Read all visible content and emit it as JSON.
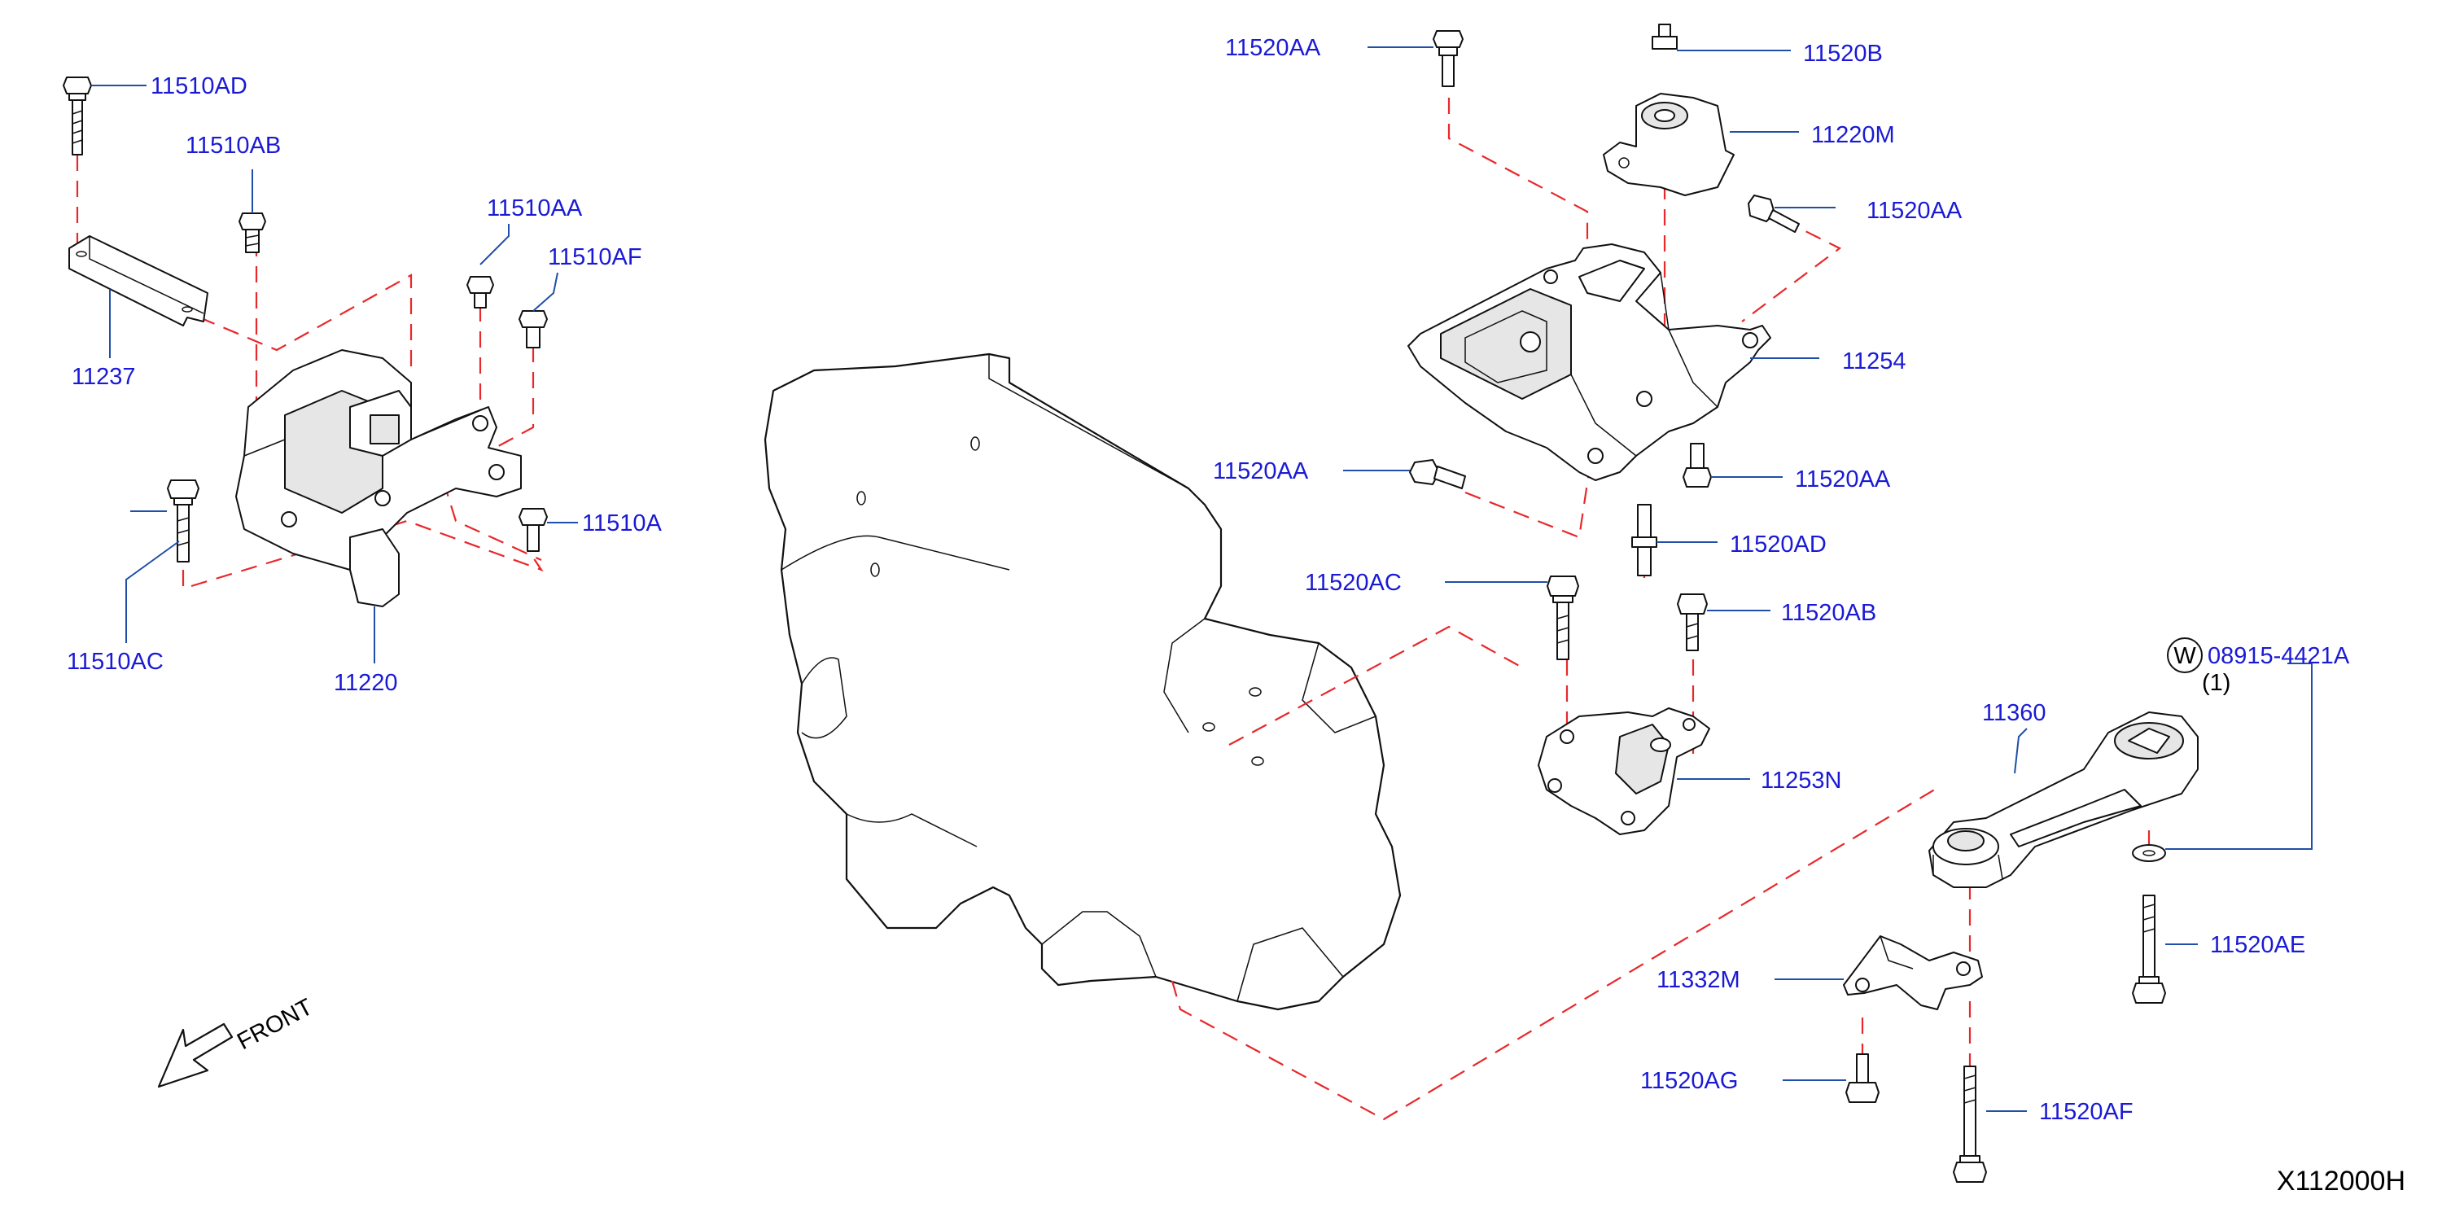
{
  "diagram_code": "X112000H",
  "front_label": "FRONT",
  "washer_symbol": "W",
  "labels": {
    "p11510AD": "11510AD",
    "p11510AB": "11510AB",
    "p11510AA": "11510AA",
    "p11510AF": "11510AF",
    "p11237": "11237",
    "p11510A": "11510A",
    "p11510AC": "11510AC",
    "p11220": "11220",
    "p11520AA_top": "11520AA",
    "p11520B": "11520B",
    "p11220M": "11220M",
    "p11520AA_right": "11520AA",
    "p11254": "11254",
    "p11520AA_mid": "11520AA",
    "p11520AA_low": "11520AA",
    "p11520AD": "11520AD",
    "p11520AC": "11520AC",
    "p11520AB": "11520AB",
    "p08915": "08915-4421A",
    "p08915_qty": "(1)",
    "p11360": "11360",
    "p11253N": "11253N",
    "p11520AE": "11520AE",
    "p11332M": "11332M",
    "p11520AG": "11520AG",
    "p11520AF": "11520AF"
  }
}
